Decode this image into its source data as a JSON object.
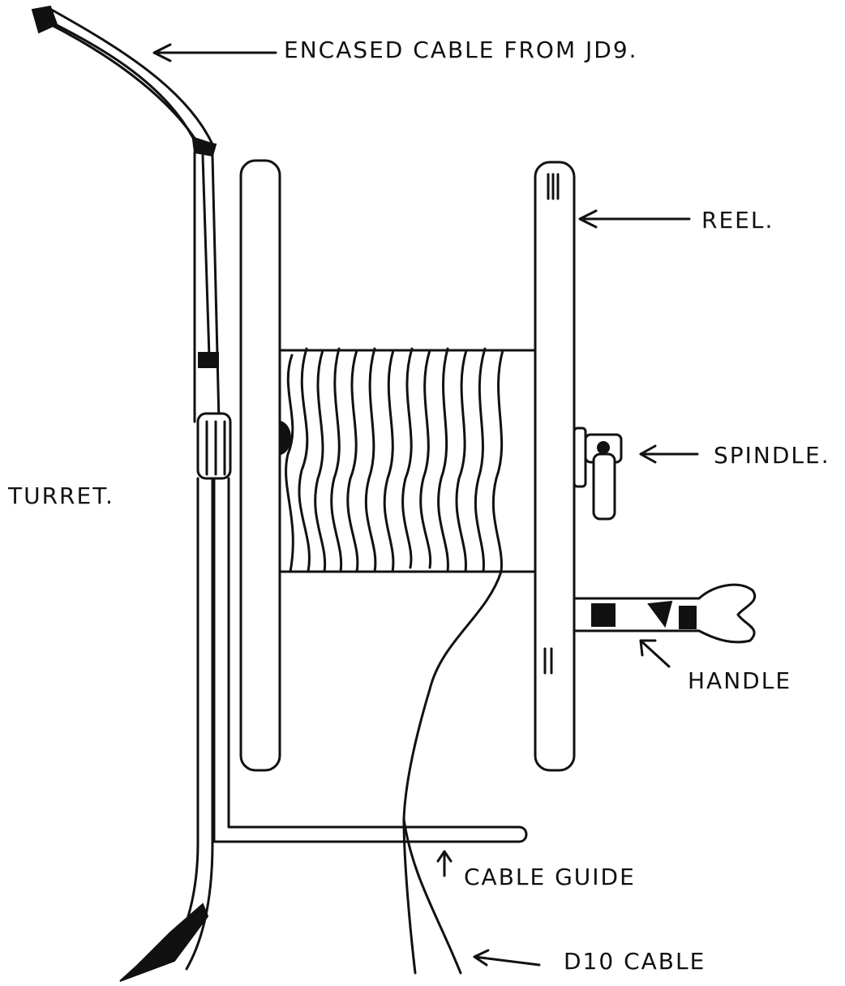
{
  "labels": {
    "encased_cable": "ENCASED CABLE FROM JD9.",
    "reel": "REEL.",
    "spindle": "SPINDLE.",
    "turret": "TURRET.",
    "handle": "HANDLE",
    "cable_guide": "CABLE GUIDE",
    "d10_cable": "D10 CABLE"
  },
  "colors": {
    "ink": "#111111",
    "paper": "#ffffff"
  }
}
